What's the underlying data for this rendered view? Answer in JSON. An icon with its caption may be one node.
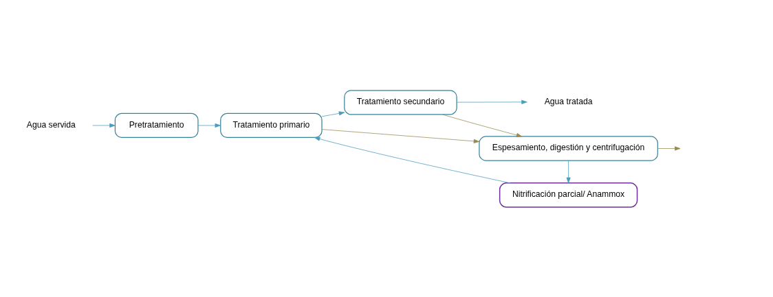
{
  "diagram": {
    "nodes": [
      {
        "text": [
          "Agua servida"
        ]
      },
      {
        "text": [
          "Pretratamiento"
        ]
      },
      {
        "text": [
          "Tratamiento primario"
        ]
      },
      {
        "text": [
          "Tratamiento secundario"
        ]
      },
      {
        "text": [
          "Agua tratada"
        ]
      },
      {
        "text": [
          "Espesamiento, digestión y centrifugación"
        ]
      },
      {
        "text": [
          "Nitrificación parcial/ Anammox"
        ]
      }
    ],
    "edges": [
      {
        "from": 0,
        "to": 1,
        "arrow": "to"
      },
      {
        "from": 1,
        "to": 2,
        "arrow": "to"
      },
      {
        "from": 2,
        "to": 3,
        "arrow": "to"
      },
      {
        "from": 3,
        "to": 4,
        "arrow": "to"
      },
      {
        "from": 2,
        "to": 5,
        "arrow": "to",
        "color": "#948a54"
      },
      {
        "from": 3,
        "to": 5,
        "arrow": "to",
        "color": "#948a54"
      },
      {
        "from": 5,
        "to": null,
        "arrow": "to",
        "color": "#948a54"
      },
      {
        "from": 5,
        "to": 6,
        "arrow": "to"
      },
      {
        "from": 6,
        "to": 2,
        "arrow": "to"
      }
    ]
  }
}
